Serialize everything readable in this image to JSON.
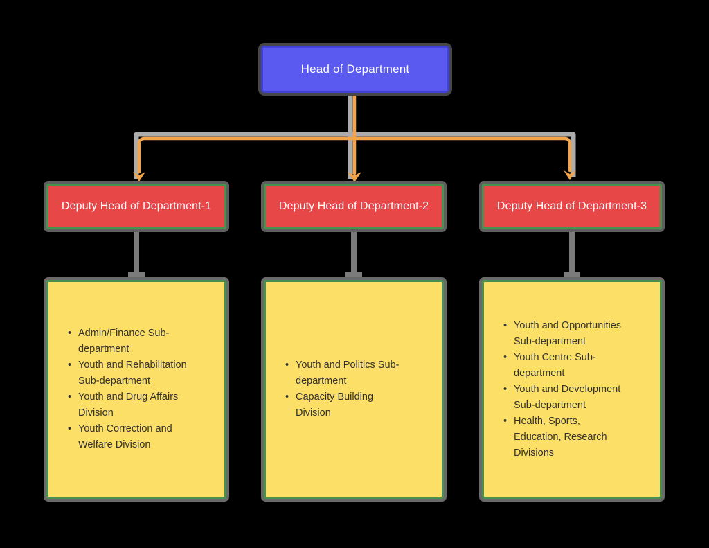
{
  "diagram": {
    "root": {
      "label": "Head of Department"
    },
    "deputies": [
      {
        "label": "Deputy Head of Department-1",
        "items": [
          "Admin/Finance Sub-department",
          "Youth and Rehabilitation Sub-department",
          "Youth and Drug Affairs Division",
          "Youth Correction and Welfare Division"
        ]
      },
      {
        "label": "Deputy Head of Department-2",
        "items": [
          "Youth and Politics Sub-department",
          "Capacity Building Division"
        ]
      },
      {
        "label": "Deputy Head of Department-3",
        "items": [
          "Youth and Opportunities Sub-department",
          "Youth Centre Sub-department",
          "Youth and Development Sub-department",
          "Health, Sports, Education, Research Divisions"
        ]
      }
    ]
  },
  "colors": {
    "background": "#000000",
    "head_fill": "#5a5af0",
    "head_border": "#4141d8",
    "deputy_fill": "#e74747",
    "leaf_fill": "#fbdf66",
    "node_border_green": "#4a9150",
    "frame_gray": "#5f5f5f",
    "connector_orange": "#f2a44b",
    "connector_gray_light": "#acacac",
    "connector_gray_mid": "#7b7b7b",
    "text_light": "#ffffff",
    "text_dark": "#323232"
  }
}
